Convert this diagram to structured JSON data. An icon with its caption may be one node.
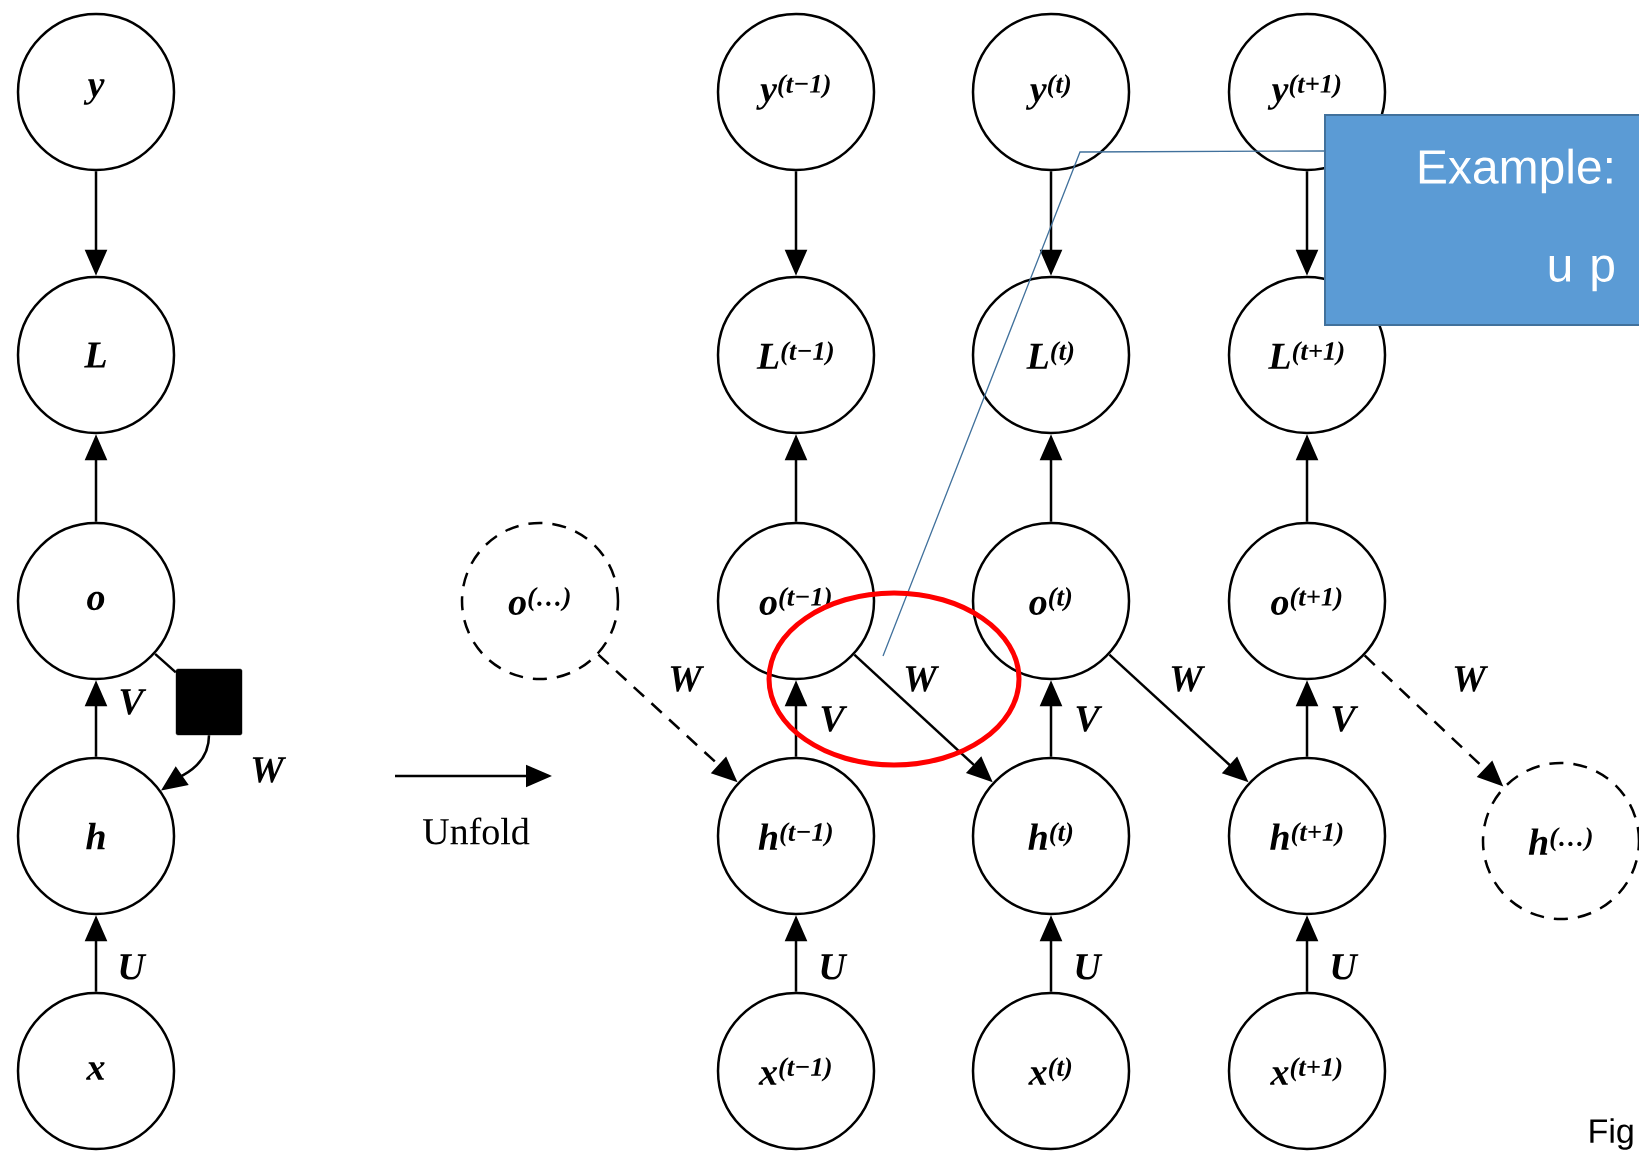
{
  "diagram": {
    "nodes": [
      {
        "text": [
          "y"
        ]
      },
      {
        "text": [
          "L"
        ]
      },
      {
        "text": [
          "o"
        ]
      },
      {
        "text": [],
        "shape": "box"
      },
      {
        "text": [
          "h"
        ]
      },
      {
        "text": [
          "x"
        ]
      },
      {
        "text": [
          "y$^{(t−1)}$"
        ]
      },
      {
        "text": [
          "y$^{(t)}$"
        ]
      },
      {
        "text": [
          "y$^{(t+1)}$"
        ]
      },
      {
        "text": [
          "L$^{(t−1)}$"
        ]
      },
      {
        "text": [
          "L$^{(t)}$"
        ]
      },
      {
        "text": [
          "L$^{(t+1)}$"
        ]
      },
      {
        "text": [
          "o$^{(…)}$"
        ]
      },
      {
        "text": [
          "o$^{(t−1)}$"
        ]
      },
      {
        "text": [
          "o$^{(t)}$"
        ]
      },
      {
        "text": [
          "o$^{(t+1)}$"
        ]
      },
      {
        "text": [
          "h$^{(t−1)}$"
        ]
      },
      {
        "text": [
          "h$^{(t)}$"
        ]
      },
      {
        "text": [
          "h$^{(t+1)}$"
        ]
      },
      {
        "text": [
          "h$^{(…)}$"
        ]
      },
      {
        "text": [
          "x$^{(t−1)}$"
        ]
      },
      {
        "text": [
          "x$^{(t)}$"
        ]
      },
      {
        "text": [
          "x$^{(t+1)}$"
        ]
      },
      {
        "text": [
          "Example: u p"
        ]
      }
    ],
    "edges": [
      {
        "from": 0,
        "to": 1,
        "arrow": "to"
      },
      {
        "from": 2,
        "to": 1,
        "arrow": "to"
      },
      {
        "from": 4,
        "to": 2,
        "arrow": "to",
        "label": "V"
      },
      {
        "from": 2,
        "to": 3,
        "arrow": "none"
      },
      {
        "from": 3,
        "to": 4,
        "arrow": "to",
        "label": "W"
      },
      {
        "from": 5,
        "to": 4,
        "arrow": "to",
        "label": "U"
      },
      {
        "from": 6,
        "to": 9,
        "arrow": "to"
      },
      {
        "from": 13,
        "to": 9,
        "arrow": "to"
      },
      {
        "from": 16,
        "to": 13,
        "arrow": "to",
        "label": "V"
      },
      {
        "from": 20,
        "to": 16,
        "arrow": "to",
        "label": "U"
      },
      {
        "from": 7,
        "to": 10,
        "arrow": "to"
      },
      {
        "from": 14,
        "to": 10,
        "arrow": "to"
      },
      {
        "from": 17,
        "to": 14,
        "arrow": "to",
        "label": "V"
      },
      {
        "from": 21,
        "to": 17,
        "arrow": "to",
        "label": "U"
      },
      {
        "from": 8,
        "to": 11,
        "arrow": "to"
      },
      {
        "from": 15,
        "to": 11,
        "arrow": "to"
      },
      {
        "from": 18,
        "to": 15,
        "arrow": "to",
        "label": "V"
      },
      {
        "from": 22,
        "to": 18,
        "arrow": "to",
        "label": "U"
      },
      {
        "from": 12,
        "to": 16,
        "arrow": "to",
        "label": "W",
        "style": "dashed"
      },
      {
        "from": 13,
        "to": 17,
        "arrow": "to",
        "label": "W"
      },
      {
        "from": 14,
        "to": 18,
        "arrow": "to",
        "label": "W"
      },
      {
        "from": 15,
        "to": 19,
        "arrow": "to",
        "label": "W",
        "style": "dashed"
      },
      {
        "from": 23,
        "to": null,
        "arrow": "none",
        "color": "#41719c"
      }
    ],
    "labels": [
      "Unfold",
      "Fig"
    ]
  }
}
